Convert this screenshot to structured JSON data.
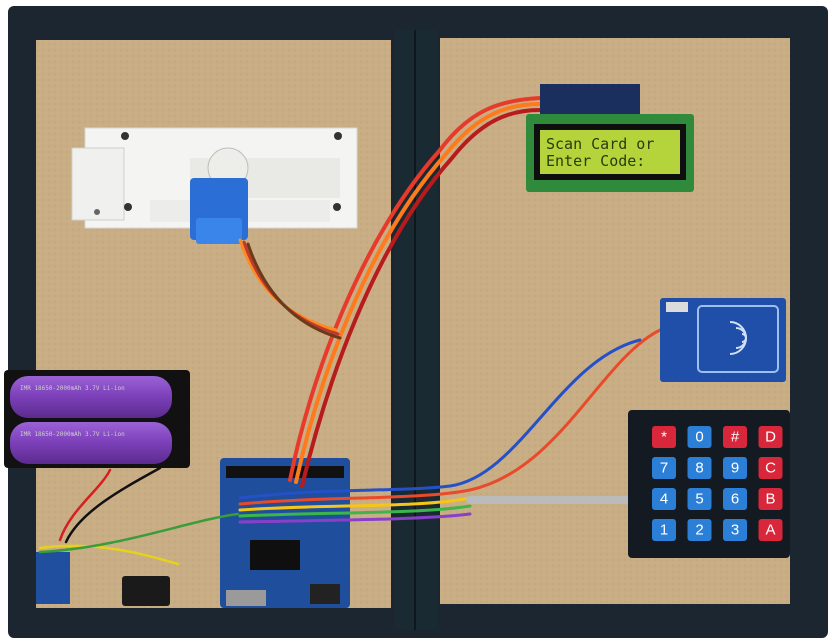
{
  "lcd": {
    "line1": "Scan Card or",
    "line2": "Enter Code:"
  },
  "keypad": {
    "keys": [
      "*",
      "7",
      "4",
      "1",
      "0",
      "8",
      "5",
      "2",
      "#",
      "9",
      "6",
      "3",
      "D",
      "C",
      "B",
      "A"
    ]
  },
  "batteries": {
    "label": "IMR 18650-2000mAh 3.7V Li-ion"
  },
  "colors": {
    "board_frame": "#1b2630",
    "cardboard": "#c9ad85",
    "lcd_screen": "#b5d33a",
    "arduino": "#1e4e9c",
    "battery": "#7b3fb8",
    "key_red": "#d8263a",
    "key_blue": "#2c7fd6"
  }
}
